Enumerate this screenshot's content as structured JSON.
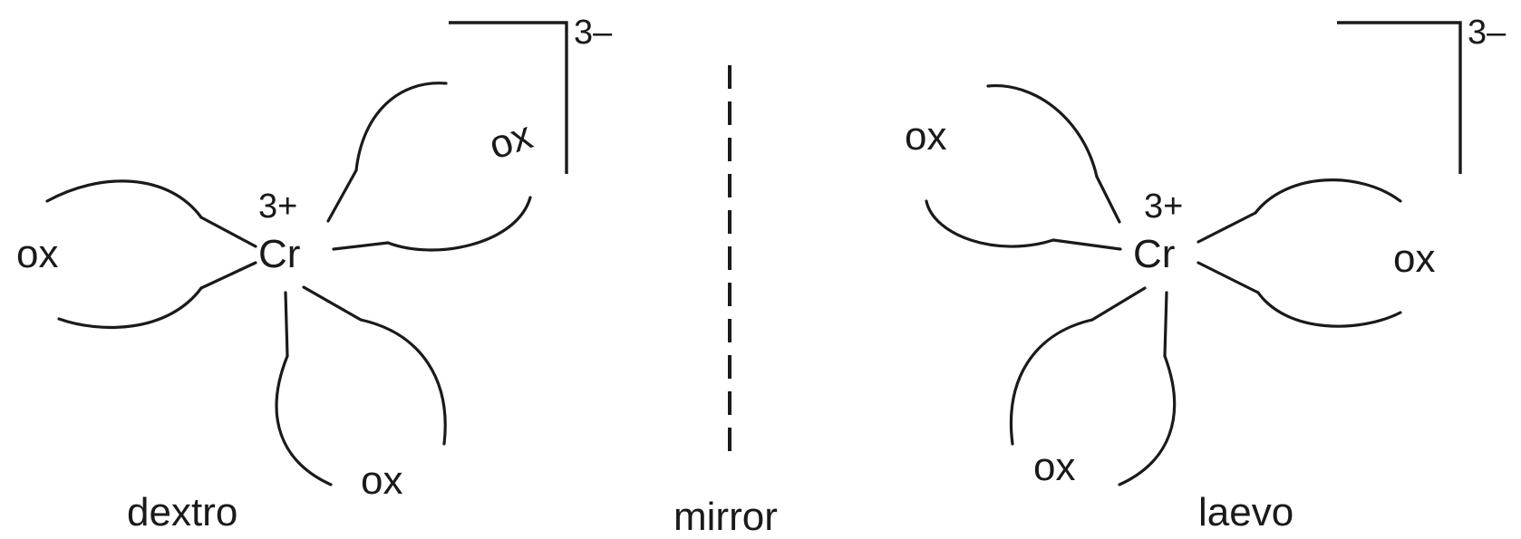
{
  "dextro": {
    "metal": "Cr",
    "metal_charge": "3+",
    "ligands": [
      "ox",
      "ox",
      "ox"
    ],
    "complex_charge": "3–",
    "caption": "dextro"
  },
  "mirror": {
    "caption": "mirror"
  },
  "laevo": {
    "metal": "Cr",
    "metal_charge": "3+",
    "ligands": [
      "ox",
      "ox",
      "ox"
    ],
    "complex_charge": "3–",
    "caption": "laevo"
  }
}
